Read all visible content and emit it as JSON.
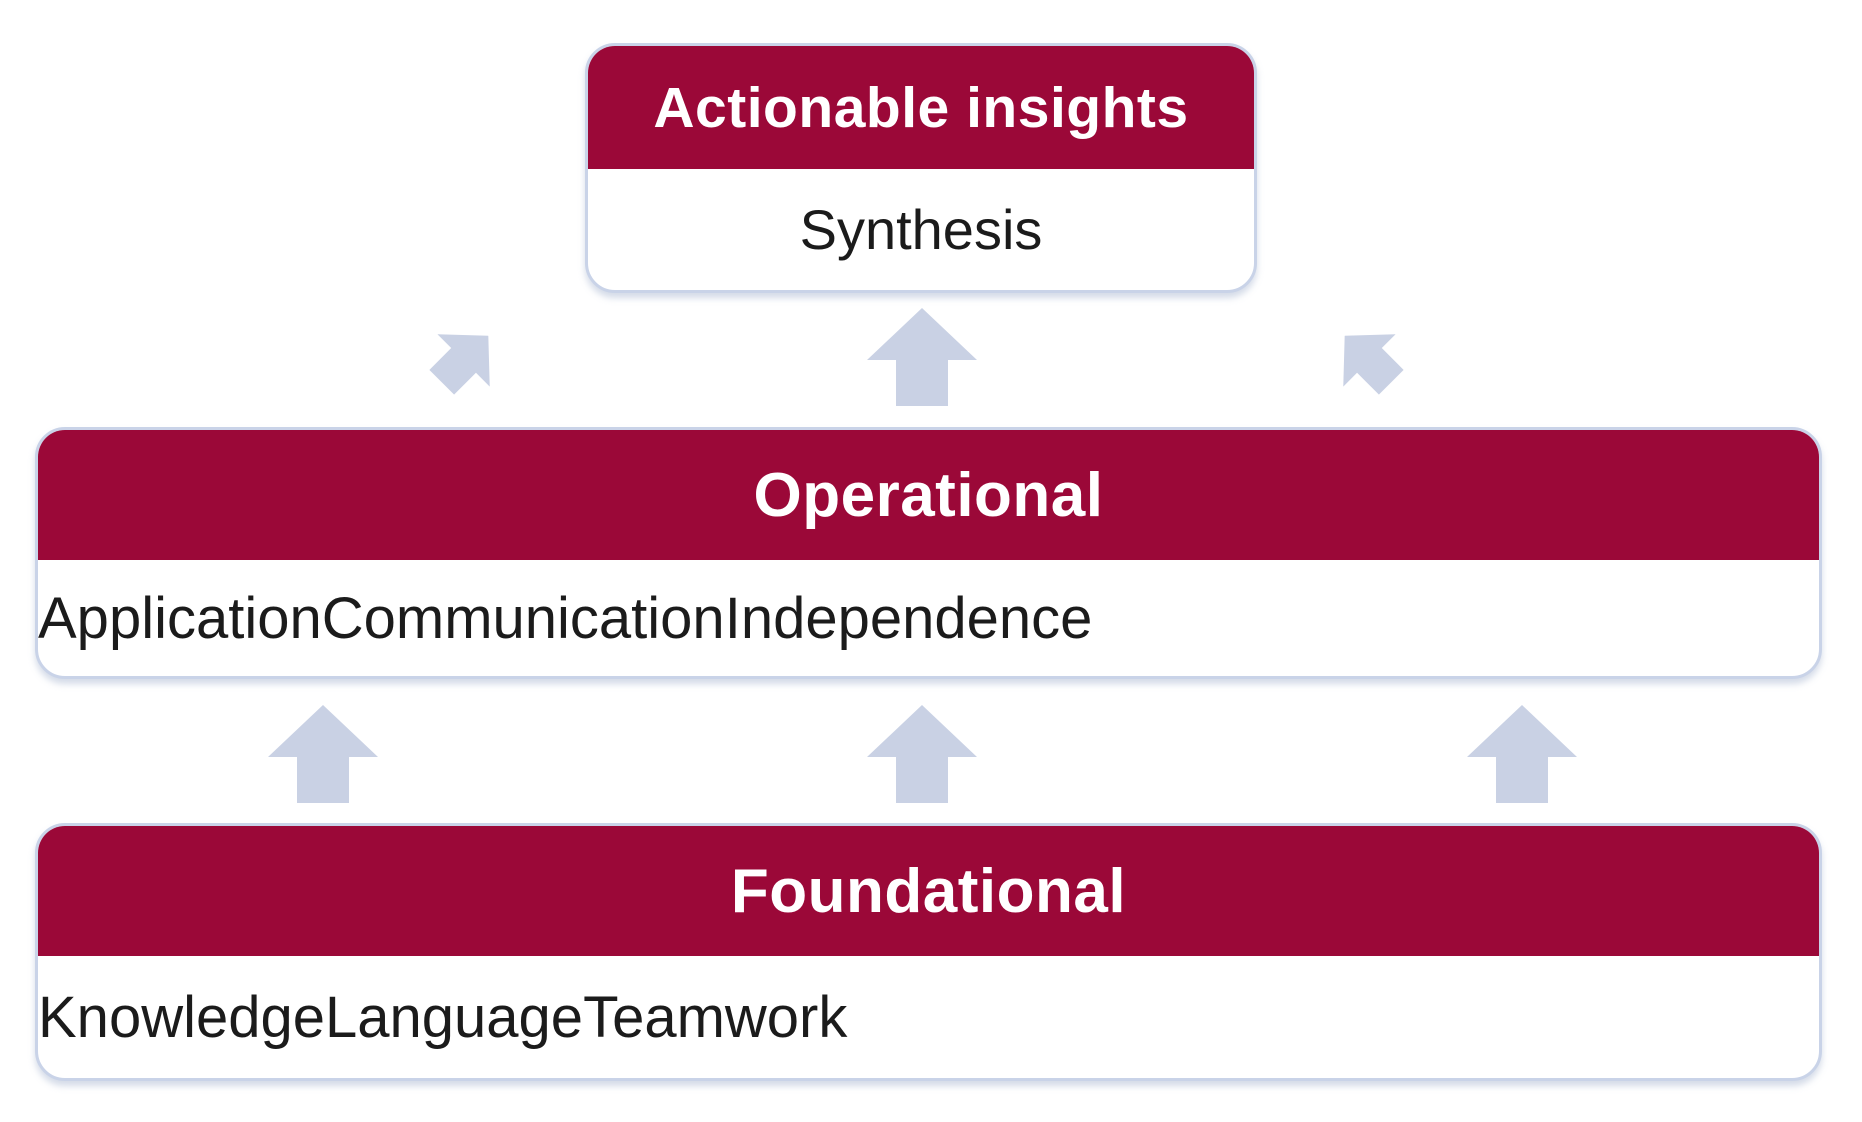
{
  "diagram": {
    "levels": [
      {
        "id": "actionable-insights",
        "header": "Actionable insights",
        "items": [
          "Synthesis"
        ]
      },
      {
        "id": "operational",
        "header": "Operational",
        "items": [
          "Application",
          "Communication",
          "Independence"
        ]
      },
      {
        "id": "foundational",
        "header": "Foundational",
        "items": [
          "Knowledge",
          "Language",
          "Teamwork"
        ]
      }
    ],
    "arrows": {
      "row1": [
        "up-right",
        "up",
        "up-left"
      ],
      "row2": [
        "up",
        "up",
        "up"
      ]
    },
    "colors": {
      "header_bg": "#9b0838",
      "header_text": "#ffffff",
      "body_text": "#1b1b1b",
      "box_border": "#c9d3e8",
      "arrow": "#c9d1e4",
      "background": "#ffffff"
    }
  }
}
